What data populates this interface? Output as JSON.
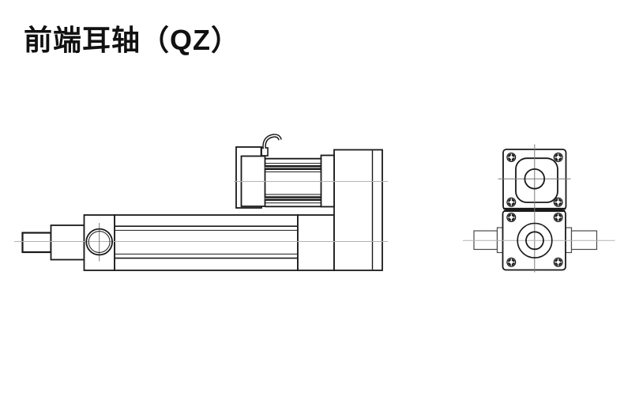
{
  "page": {
    "title": "前端耳轴（QZ）",
    "background": "#ffffff"
  },
  "drawing": {
    "type": "technical-line-drawing",
    "views": [
      {
        "id": "side-view"
      },
      {
        "id": "end-view"
      }
    ],
    "colors": {
      "line": "#1a1a1a",
      "centerline": "#b3b3b3",
      "centerline_dark": "#7a7a7a",
      "pin_line": "#4a4a4a"
    }
  }
}
